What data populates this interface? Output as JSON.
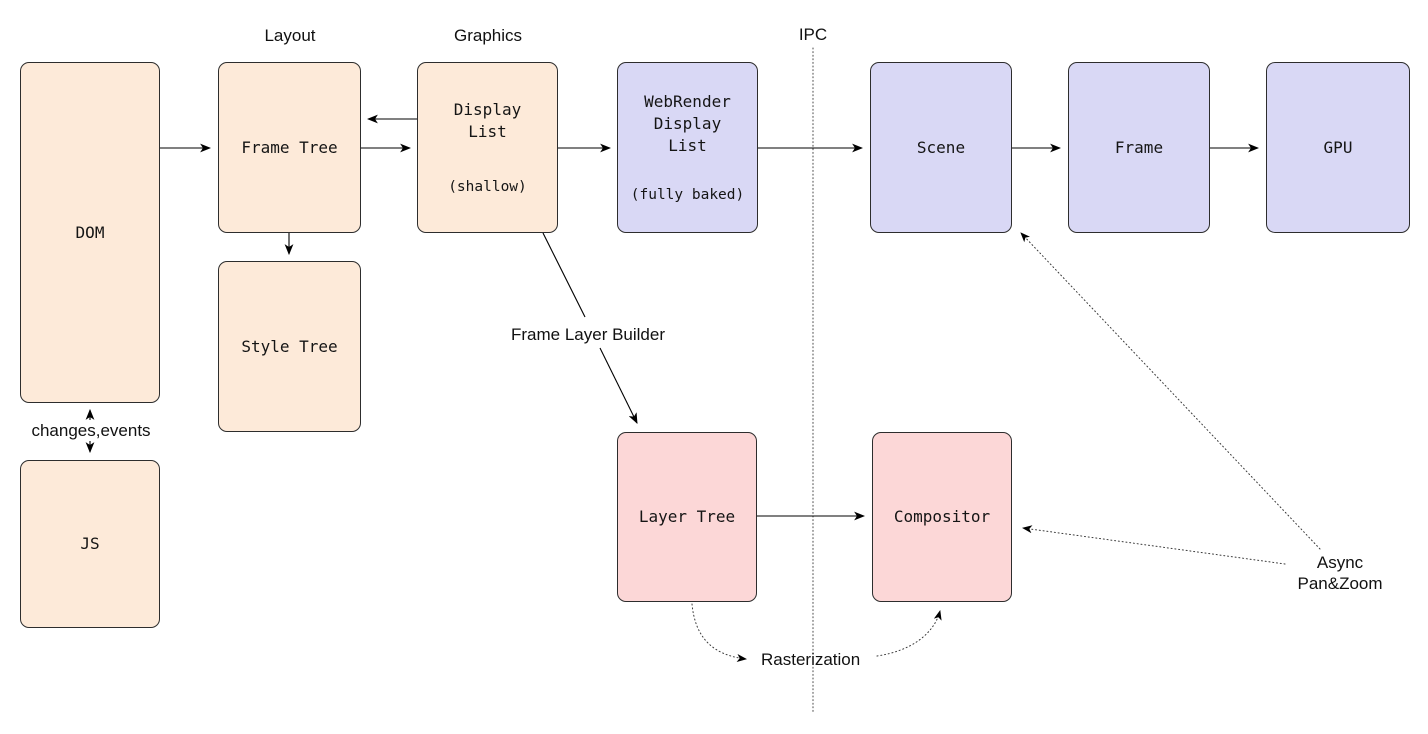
{
  "diagram": {
    "colors": {
      "orange_fill": "#fdead9",
      "purple_fill": "#d9d8f5",
      "pink_fill": "#fcd7d7",
      "box_border": "#2d2d2d",
      "line": "#000000",
      "dotted_line": "#3a3a3a"
    },
    "nodes": {
      "dom": {
        "label": "DOM"
      },
      "frame_tree": {
        "label": "Frame Tree"
      },
      "style_tree": {
        "label": "Style Tree"
      },
      "display_list": {
        "label": "Display\nList",
        "note": "(shallow)"
      },
      "webrender_display_list": {
        "label": "WebRender\nDisplay\nList",
        "note": "(fully baked)"
      },
      "scene": {
        "label": "Scene"
      },
      "frame": {
        "label": "Frame"
      },
      "gpu": {
        "label": "GPU"
      },
      "layer_tree": {
        "label": "Layer Tree"
      },
      "compositor": {
        "label": "Compositor"
      },
      "js": {
        "label": "JS"
      }
    },
    "annotations": {
      "layout": "Layout",
      "graphics": "Graphics",
      "ipc": "IPC",
      "changes_events": "changes,events",
      "frame_layer_builder": "Frame Layer Builder",
      "rasterization": "Rasterization",
      "async_pan_zoom": "Async\nPan&Zoom"
    },
    "edges": [
      {
        "from": "DOM",
        "to": "Frame Tree",
        "style": "solid"
      },
      {
        "from": "Display List",
        "to": "Frame Tree",
        "style": "solid"
      },
      {
        "from": "Frame Tree",
        "to": "Display List",
        "style": "solid"
      },
      {
        "from": "Frame Tree",
        "to": "Style Tree",
        "style": "solid"
      },
      {
        "from": "Display List",
        "to": "WebRender Display List",
        "style": "solid"
      },
      {
        "from": "WebRender Display List",
        "to": "Scene",
        "style": "solid"
      },
      {
        "from": "Scene",
        "to": "Frame",
        "style": "solid"
      },
      {
        "from": "Frame",
        "to": "GPU",
        "style": "solid"
      },
      {
        "from": "DOM",
        "to": "JS",
        "style": "solid",
        "bidirectional": true,
        "label": "changes,events"
      },
      {
        "from": "Display List",
        "to": "Layer Tree",
        "style": "solid",
        "label": "Frame Layer Builder"
      },
      {
        "from": "Layer Tree",
        "to": "Compositor",
        "style": "solid"
      },
      {
        "from": "Layer Tree",
        "to": "Compositor",
        "style": "dotted",
        "label": "Rasterization",
        "shape": "curved-below"
      },
      {
        "from": "Async Pan&Zoom",
        "to": "Scene",
        "style": "dotted"
      },
      {
        "from": "Async Pan&Zoom",
        "to": "Compositor",
        "style": "dotted"
      },
      {
        "name": "IPC boundary",
        "style": "dotted-vertical-line"
      }
    ]
  }
}
